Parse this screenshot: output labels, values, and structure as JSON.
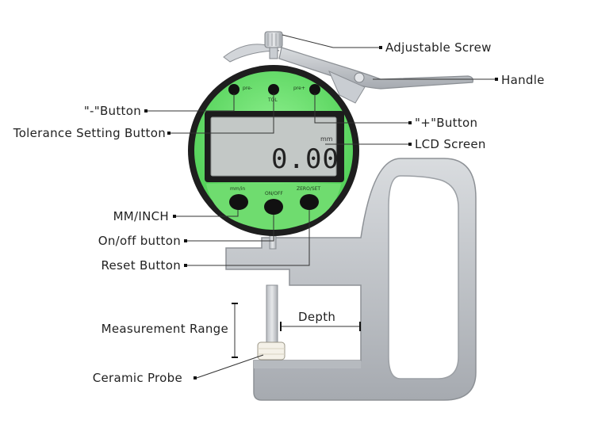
{
  "labels": {
    "adjustable_screw": "Adjustable Screw",
    "handle": "Handle",
    "minus_button": "\"-\"Button",
    "tolerance_button": "Tolerance Setting Button",
    "plus_button": "\"+\"Button",
    "lcd_screen": "LCD Screen",
    "mm_inch": "MM/INCH",
    "on_off_button": "On/off button",
    "reset_button": "Reset Button",
    "measurement_range": "Measurement Range",
    "depth": "Depth",
    "ceramic_probe": "Ceramic Probe"
  },
  "gauge": {
    "reading": "0.00",
    "unit": "mm",
    "top_left_key": "pre-",
    "top_mid_key": "TOL",
    "top_right_key": "pre+",
    "bottom_left_key": "mm/in",
    "bottom_mid_key": "ON/OFF",
    "bottom_right_key": "ZERO/SET"
  },
  "colors": {
    "bezel_green": "#6fdc6f",
    "body_metal": "#c9cdd2",
    "lcd": "#bfc4c2",
    "callout_line": "#333333"
  }
}
